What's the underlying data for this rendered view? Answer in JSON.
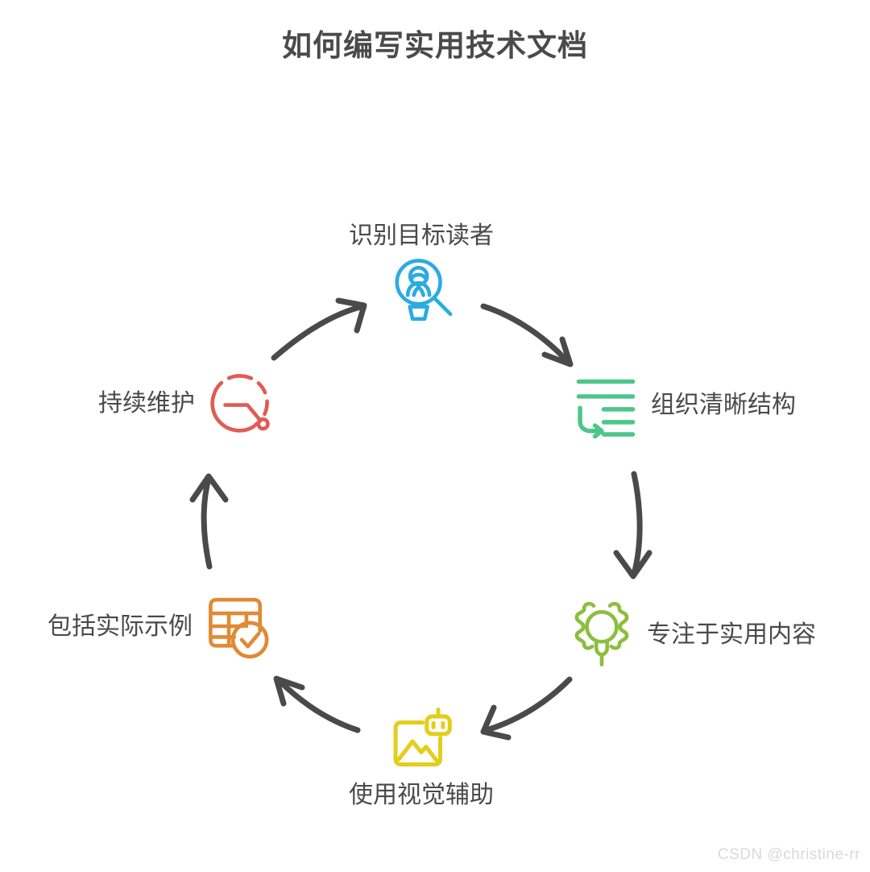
{
  "title": "如何编写实用技术文档",
  "watermark": "CSDN @christine-rr",
  "colors": {
    "title": "#4a4a4a",
    "label": "#4a4a4a",
    "arrow": "#4a4a4a",
    "audience_icon": "#2BABE2",
    "structure_icon": "#4CC68A",
    "practical_icon": "#8CBE3F",
    "visuals_icon": "#E3CE1B",
    "examples_icon": "#E08A35",
    "maintain_icon": "#E05C56",
    "watermark": "#d9d9d9",
    "background": "#ffffff"
  },
  "chart_data": {
    "type": "diagram",
    "diagram_type": "cycle",
    "title": "如何编写实用技术文档",
    "direction": "clockwise",
    "node_count": 6,
    "nodes": [
      {
        "id": "audience",
        "label": "识别目标读者",
        "icon": "person-magnifier-icon",
        "color": "#2BABE2",
        "position": "top",
        "order": 1
      },
      {
        "id": "structure",
        "label": "组织清晰结构",
        "icon": "indent-lines-icon",
        "color": "#4CC68A",
        "position": "upper-right",
        "order": 2
      },
      {
        "id": "practical",
        "label": "专注于实用内容",
        "icon": "lightbulb-gear-icon",
        "color": "#8CBE3F",
        "position": "lower-right",
        "order": 3
      },
      {
        "id": "visuals",
        "label": "使用视觉辅助",
        "icon": "image-robot-icon",
        "color": "#E3CE1B",
        "position": "bottom",
        "order": 4
      },
      {
        "id": "examples",
        "label": "包括实际示例",
        "icon": "table-check-icon",
        "color": "#E08A35",
        "position": "lower-left",
        "order": 5
      },
      {
        "id": "maintain",
        "label": "持续维护",
        "icon": "dashed-clock-icon",
        "color": "#E05C56",
        "position": "upper-left",
        "order": 6
      }
    ],
    "edges": [
      {
        "from": "audience",
        "to": "structure",
        "style": "curved-arrow"
      },
      {
        "from": "structure",
        "to": "practical",
        "style": "curved-arrow"
      },
      {
        "from": "practical",
        "to": "visuals",
        "style": "curved-arrow"
      },
      {
        "from": "visuals",
        "to": "examples",
        "style": "curved-arrow"
      },
      {
        "from": "examples",
        "to": "maintain",
        "style": "curved-arrow"
      },
      {
        "from": "maintain",
        "to": "audience",
        "style": "curved-arrow"
      }
    ]
  },
  "nodes": {
    "audience": {
      "label": "识别目标读者"
    },
    "structure": {
      "label": "组织清晰结构"
    },
    "practical": {
      "label": "专注于实用内容"
    },
    "visuals": {
      "label": "使用视觉辅助"
    },
    "examples": {
      "label": "包括实际示例"
    },
    "maintain": {
      "label": "持续维护"
    }
  }
}
